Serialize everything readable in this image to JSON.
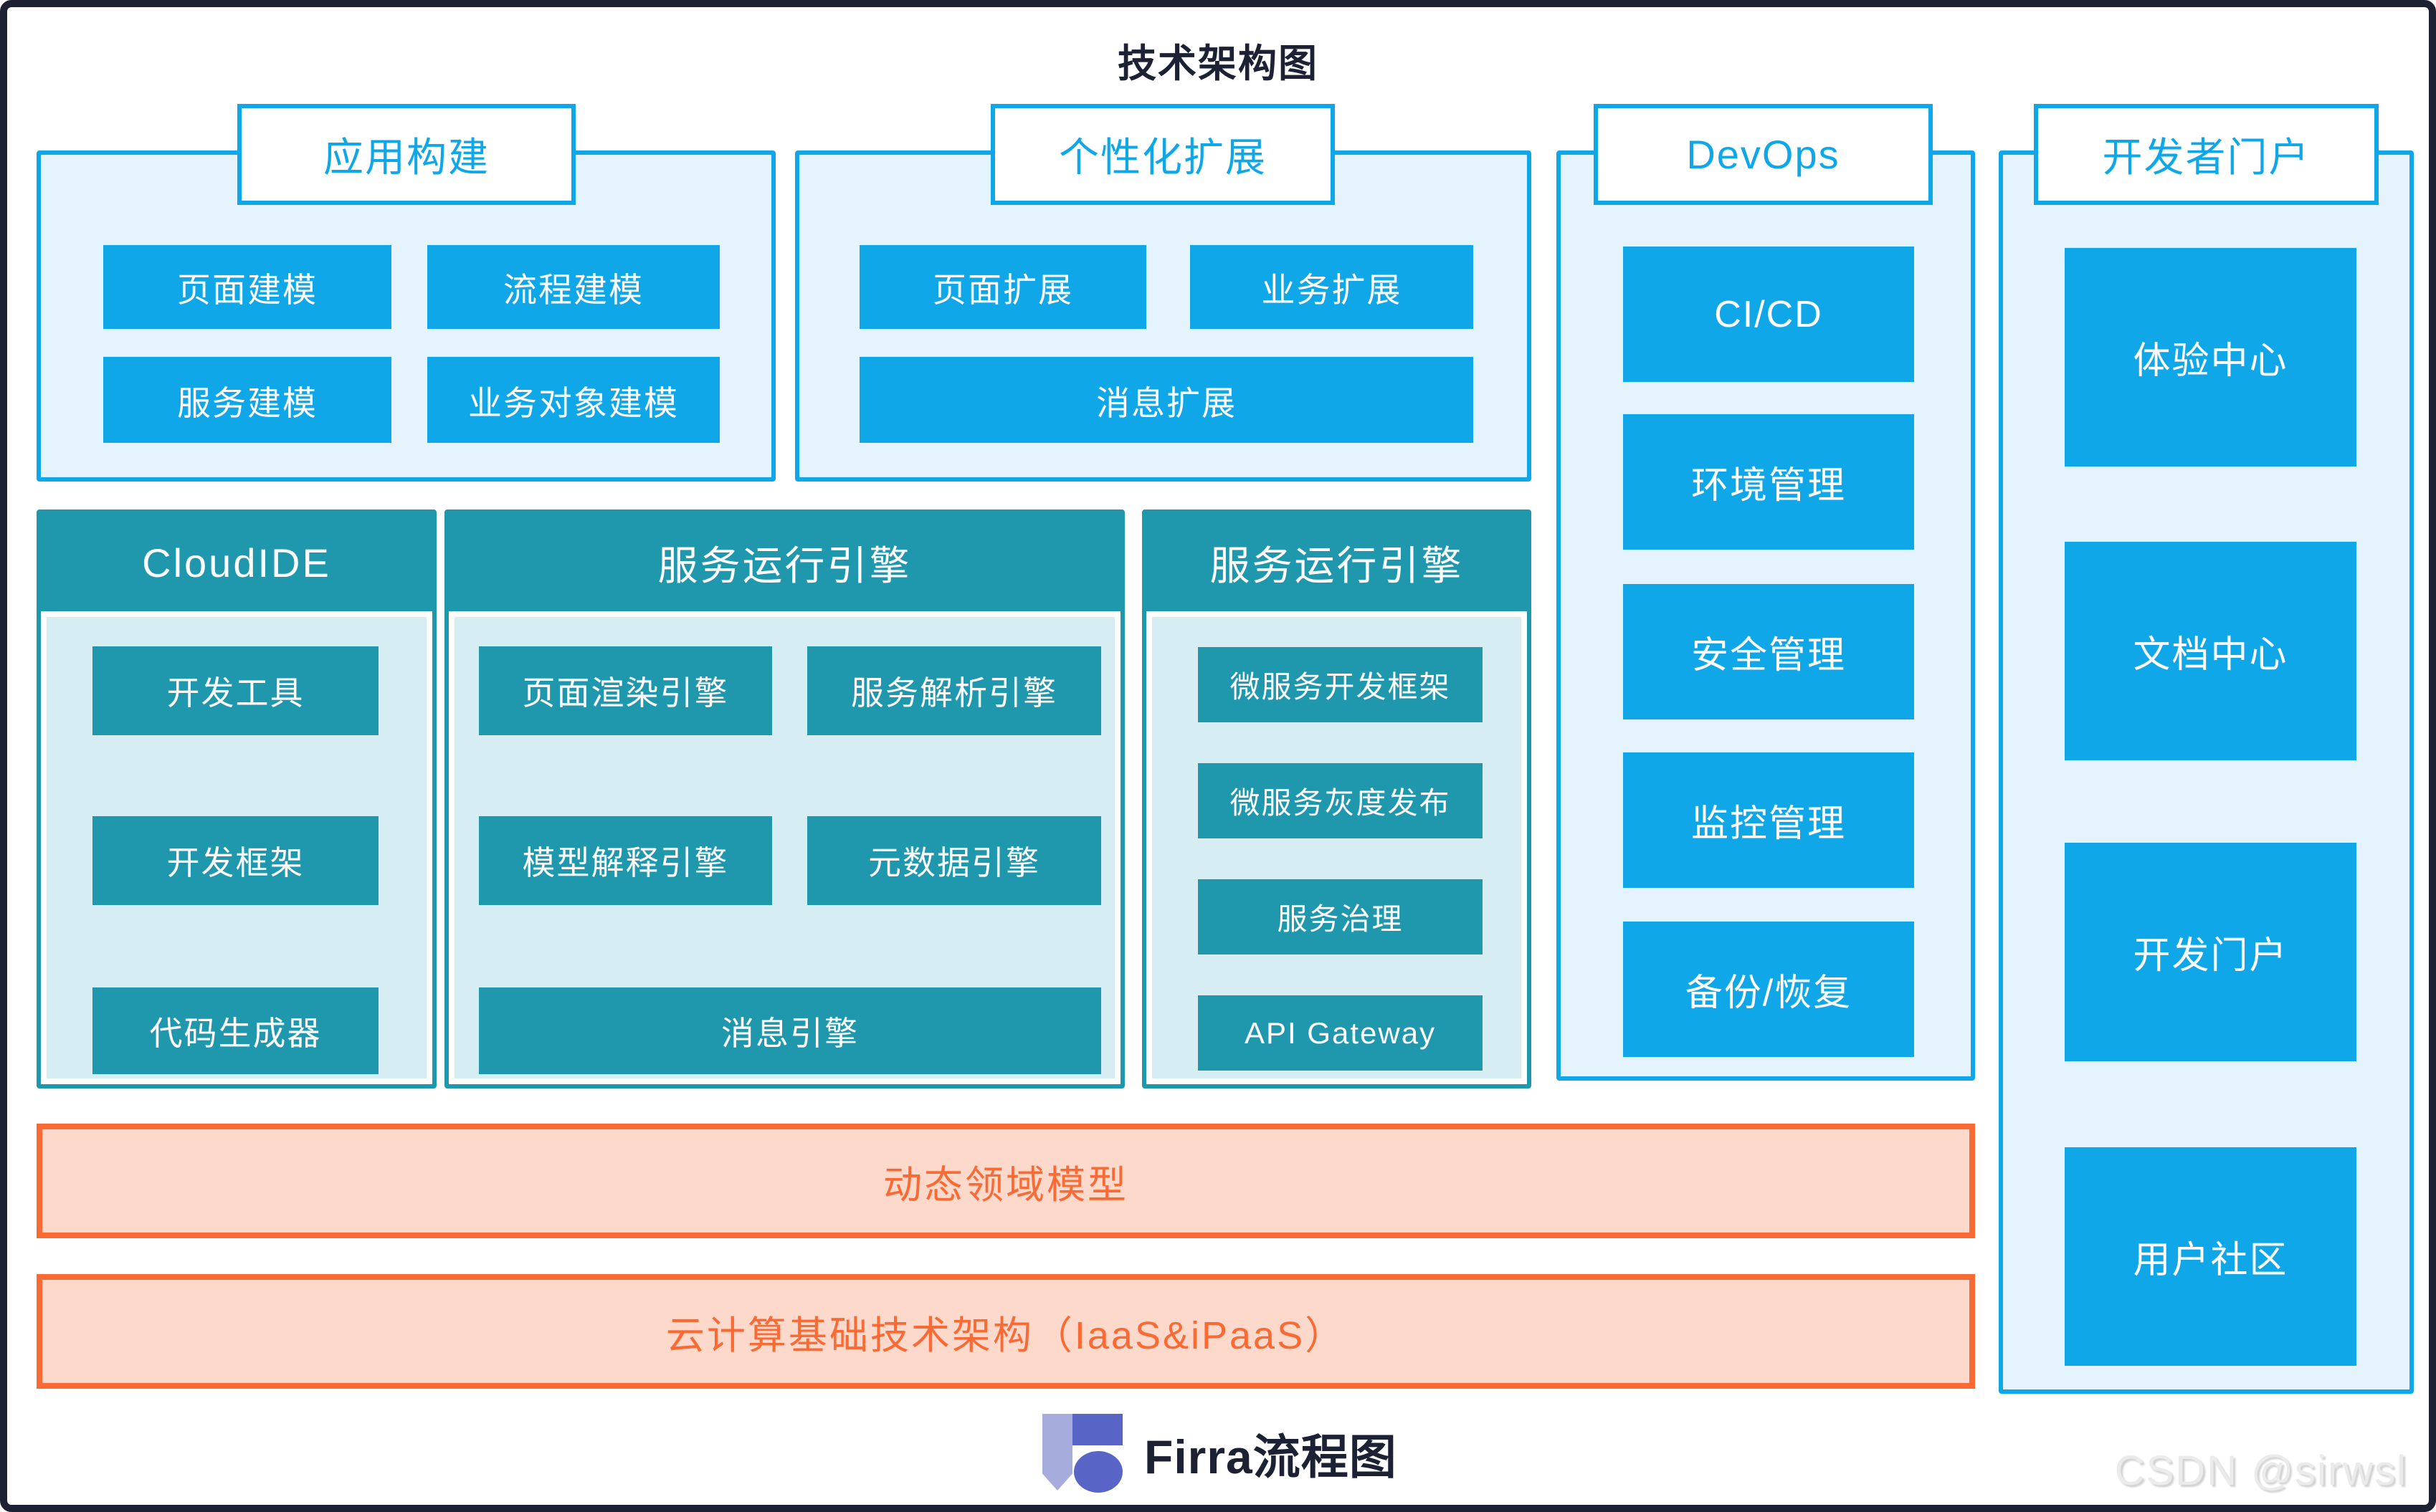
{
  "title": "技术架构图",
  "colors": {
    "accent_blue": "#0fa7e8",
    "panel_light_blue": "#e4f3fc",
    "teal": "#1f98ad",
    "panel_light_teal": "#d6eef3",
    "orange": "#fa6a35",
    "orange_fill": "#fdd9cb",
    "navy": "#1c2233",
    "logo_light": "#a6acdc",
    "logo_dark": "#5865c7",
    "watermark_gray": "#ebebeb"
  },
  "sections": {
    "app_build": {
      "label": "应用构建",
      "items": [
        "页面建模",
        "流程建模",
        "服务建模",
        "业务对象建模"
      ]
    },
    "personalization": {
      "label": "个性化扩展",
      "items": [
        "页面扩展",
        "业务扩展",
        "消息扩展"
      ]
    },
    "devops": {
      "label": "DevOps",
      "items": [
        "CI/CD",
        "环境管理",
        "安全管理",
        "监控管理",
        "备份/恢复"
      ]
    },
    "dev_portal": {
      "label": "开发者门户",
      "items": [
        "体验中心",
        "文档中心",
        "开发门户",
        "用户社区"
      ]
    },
    "cloud_ide": {
      "label": "CloudIDE",
      "items": [
        "开发工具",
        "开发框架",
        "代码生成器"
      ]
    },
    "service_engine_core": {
      "label": "服务运行引擎",
      "items": [
        "页面渲染引擎",
        "服务解析引擎",
        "模型解释引擎",
        "元数据引擎",
        "消息引擎"
      ]
    },
    "service_engine_micro": {
      "label": "服务运行引擎",
      "items": [
        "微服务开发框架",
        "微服务灰度发布",
        "服务治理",
        "API Gateway"
      ]
    }
  },
  "bars": [
    {
      "label": "动态领域模型"
    },
    {
      "label": "云计算基础技术架构（IaaS&iPaaS）"
    }
  ],
  "footer": {
    "brand": "Firra流程图"
  },
  "watermark": "CSDN @sirwsl"
}
